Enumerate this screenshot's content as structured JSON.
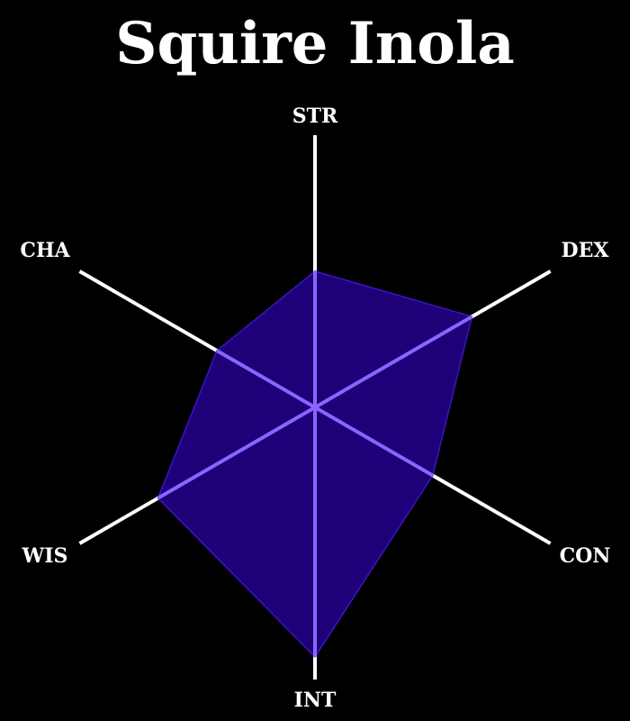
{
  "chart_data": {
    "type": "radar",
    "title": "Squire Inola",
    "axes": [
      "STR",
      "DEX",
      "CON",
      "INT",
      "WIS",
      "CHA"
    ],
    "values": [
      6,
      8,
      6,
      11,
      8,
      5
    ],
    "range": [
      0,
      12
    ],
    "grid": false,
    "colors": {
      "background": "#000000",
      "title": "#ffffff",
      "axis_line": "#ffffff",
      "polygon_fill": "#1e0078",
      "polygon_stroke": "#3c14c8",
      "overlay_line": "#8c64ff",
      "label": "#ffffff"
    }
  }
}
